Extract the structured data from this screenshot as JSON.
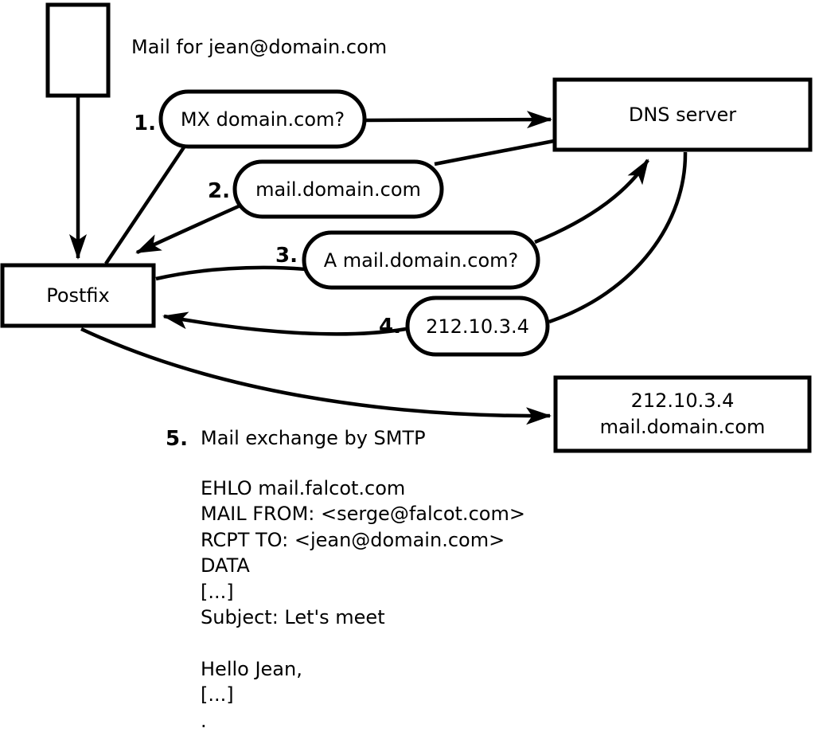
{
  "diagram": {
    "colors": {
      "stroke": "#000000",
      "background": "#ffffff"
    },
    "mail_source_label": "Mail for jean@domain.com",
    "nodes": {
      "postfix": {
        "label": "Postfix"
      },
      "dns": {
        "label": "DNS server"
      },
      "mail_server": {
        "line1": "212.10.3.4",
        "line2": "mail.domain.com"
      }
    },
    "steps": [
      {
        "num": "1.",
        "text": "MX domain.com?"
      },
      {
        "num": "2.",
        "text": "mail.domain.com"
      },
      {
        "num": "3.",
        "text": "A mail.domain.com?"
      },
      {
        "num": "4.",
        "text": "212.10.3.4"
      },
      {
        "num": "5.",
        "text": "Mail exchange by SMTP"
      }
    ],
    "smtp_session": {
      "lines": [
        "EHLO mail.falcot.com",
        "MAIL FROM: <serge@falcot.com>",
        "RCPT TO: <jean@domain.com>",
        "DATA",
        "[...]",
        "Subject: Let's meet",
        "",
        "Hello Jean,",
        "[...]",
        "."
      ]
    }
  }
}
